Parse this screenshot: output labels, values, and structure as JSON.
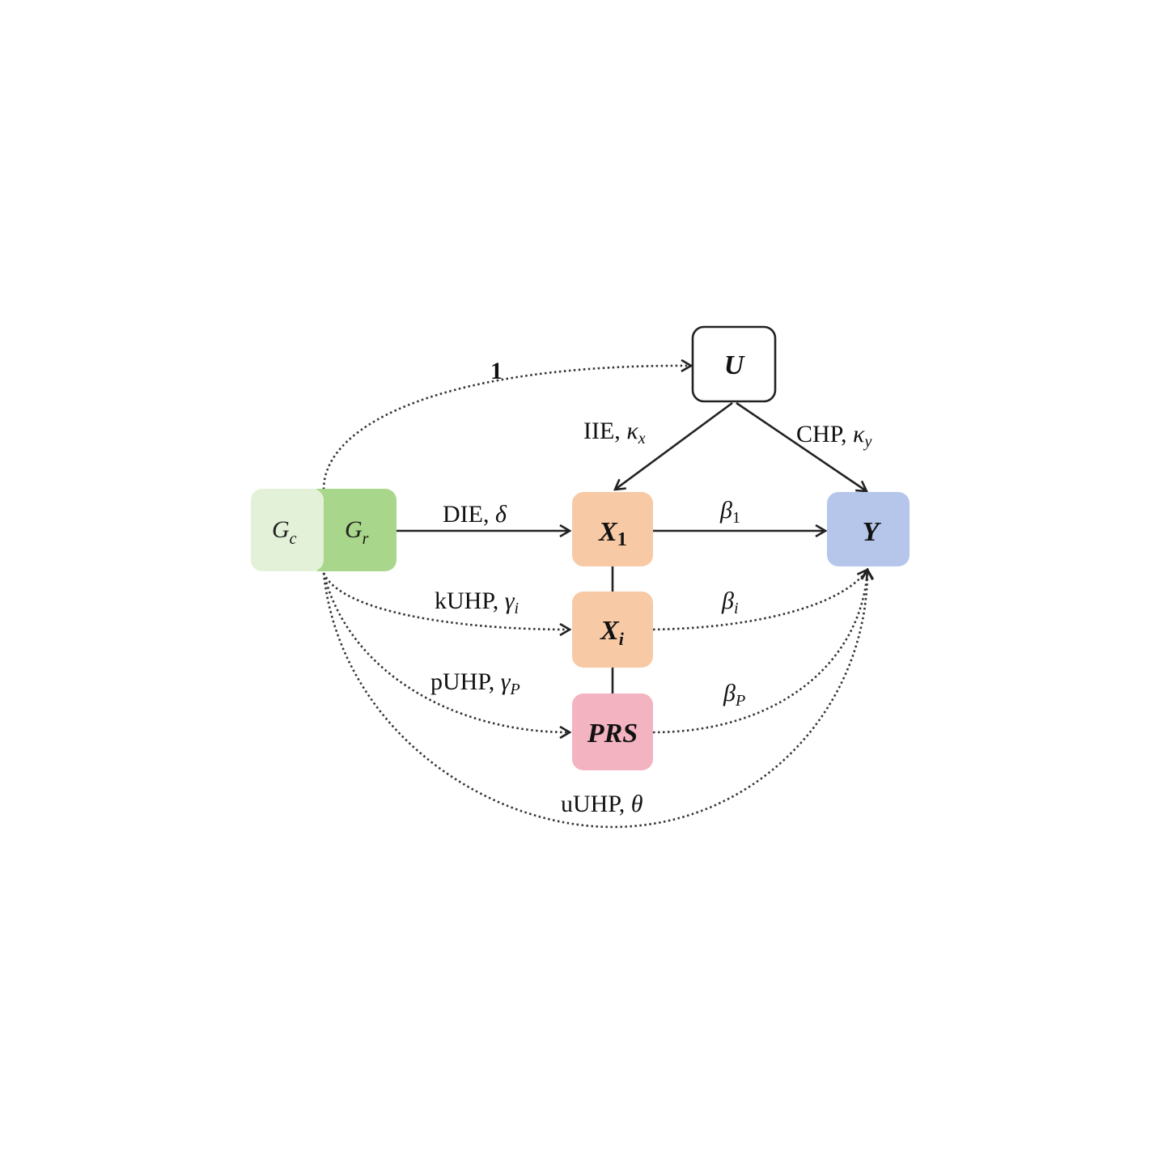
{
  "nodes": {
    "U": {
      "label": "U",
      "fill": "#ffffff",
      "stroke": "#222222"
    },
    "Gc": {
      "label": "G",
      "sub": "c",
      "fill": "#e3f1d8"
    },
    "Gr": {
      "label": "G",
      "sub": "r",
      "fill": "#a8d68a"
    },
    "X1": {
      "label": "X",
      "sub": "1",
      "fill": "#f7c9a4"
    },
    "Xi": {
      "label": "X",
      "sub": "i",
      "fill": "#f7c9a4"
    },
    "PRS": {
      "label": "PRS",
      "fill": "#f3b3c0"
    },
    "Y": {
      "label": "Y",
      "fill": "#b5c6ea"
    }
  },
  "edges": {
    "g_to_u": {
      "text": "1"
    },
    "g_to_x1": {
      "text": "DIE, ",
      "sym": "δ"
    },
    "u_to_x1": {
      "text": "IIE, ",
      "sym": "κ",
      "sub": "x"
    },
    "u_to_y": {
      "text": "CHP, ",
      "sym": "κ",
      "sub": "y"
    },
    "x1_to_y": {
      "sym": "β",
      "sub": "1"
    },
    "g_to_xi": {
      "text": "kUHP, ",
      "sym": "γ",
      "sub": "i"
    },
    "xi_to_y": {
      "sym": "β",
      "sub": "i"
    },
    "g_to_prs": {
      "text": "pUHP, ",
      "sym": "γ",
      "sub": "P"
    },
    "prs_to_y": {
      "sym": "β",
      "sub": "P"
    },
    "g_to_y": {
      "text": "uUHP, ",
      "sym": "θ"
    }
  }
}
